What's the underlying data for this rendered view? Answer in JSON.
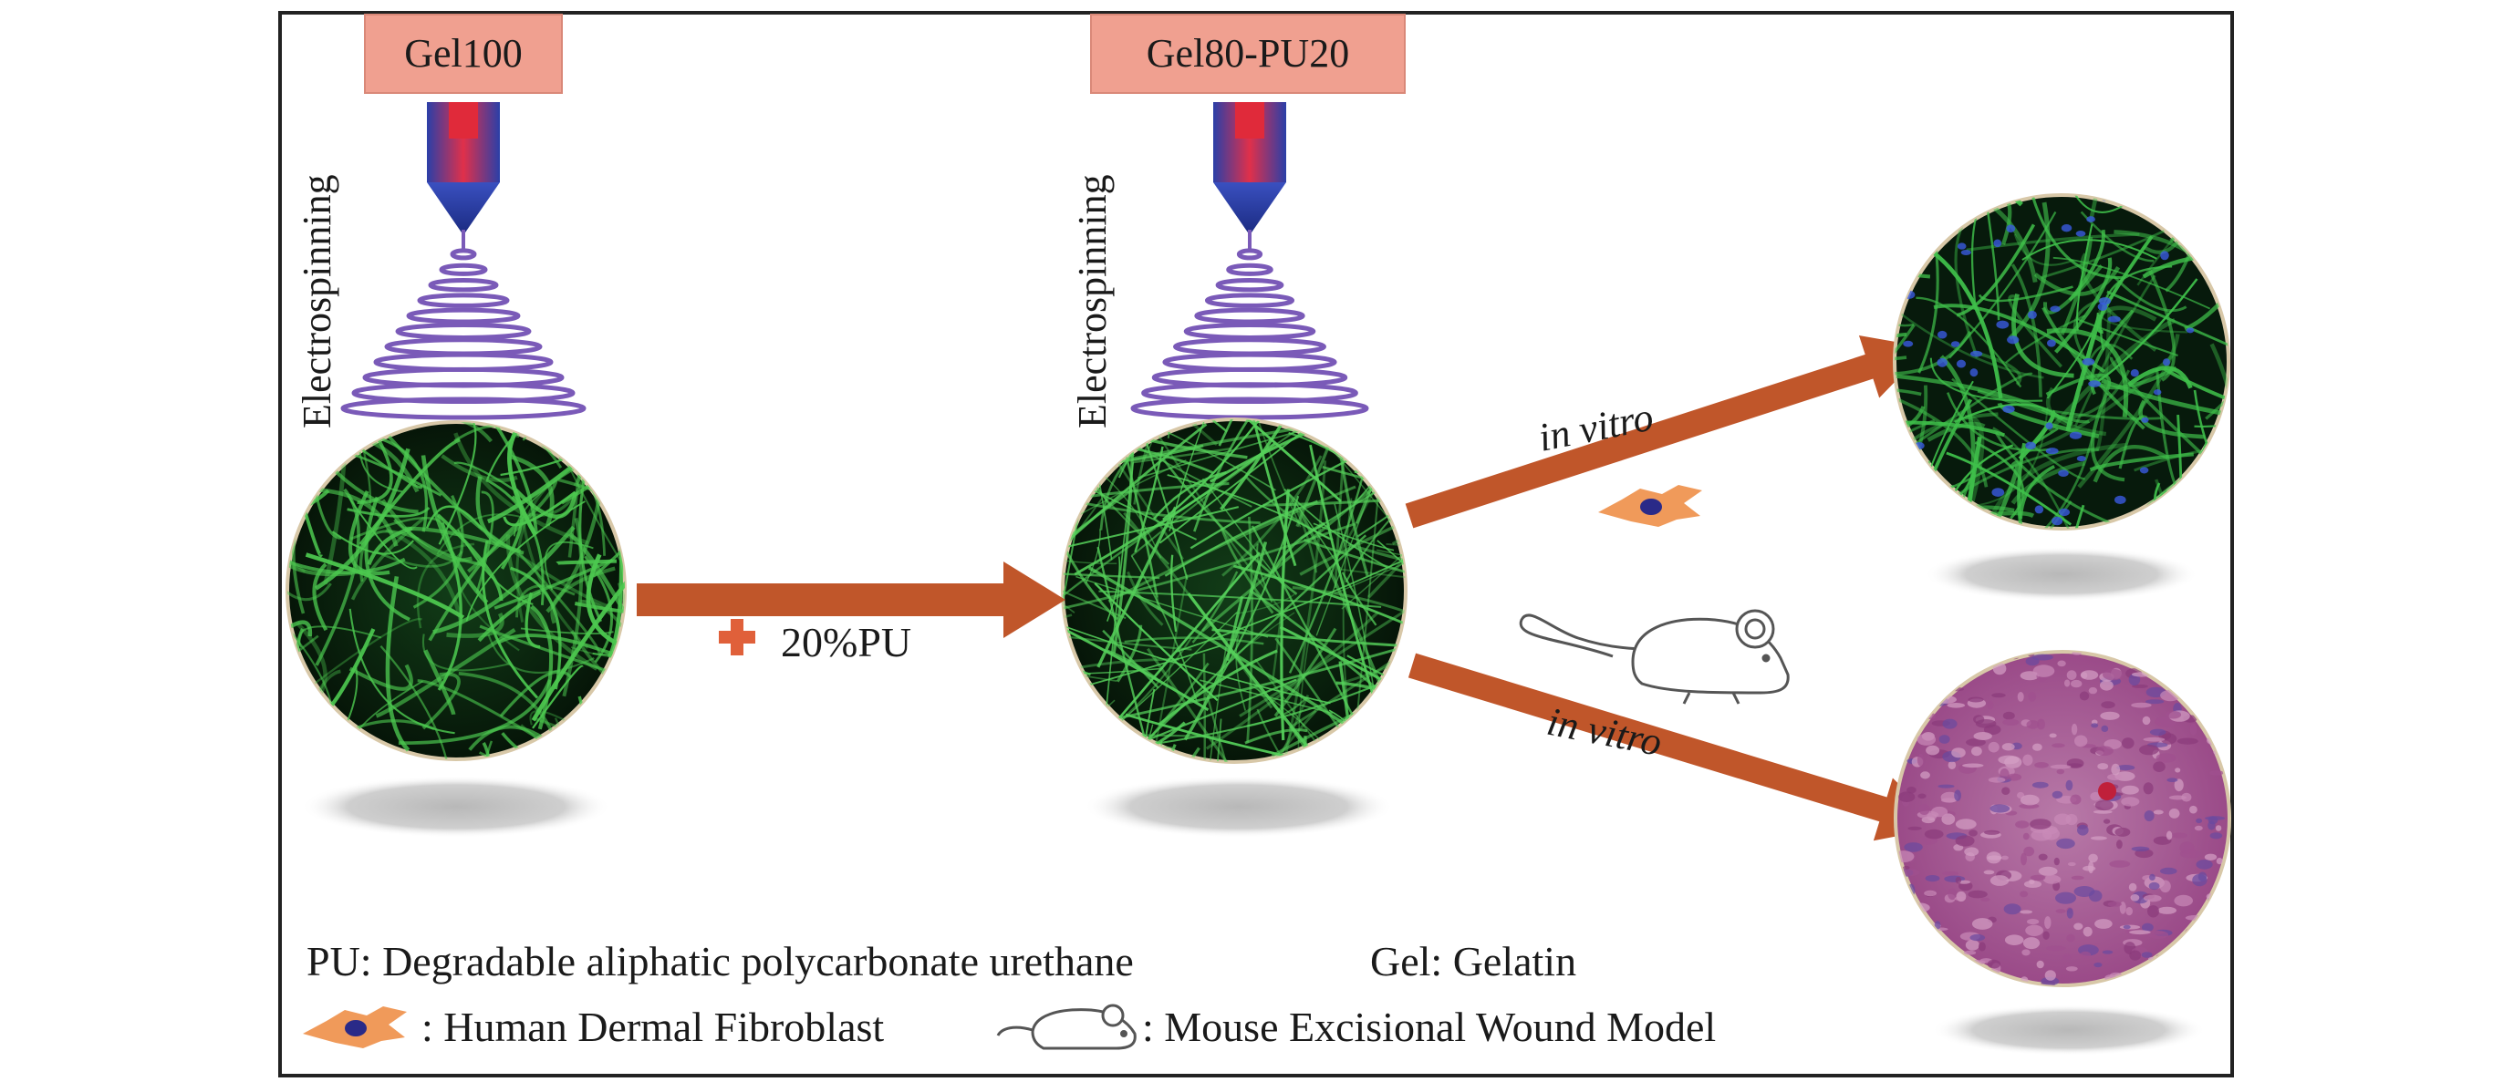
{
  "labels": {
    "gel100": "Gel100",
    "gel80pu20": "Gel80-PU20",
    "electrospinning_left": "Electrospinning",
    "electrospinning_mid": "Electrospinning",
    "plus_pu": "20%PU",
    "in_vitro_top": "in vitro",
    "in_vitro_bottom": "in vitro"
  },
  "legend": {
    "pu_def": "PU: Degradable aliphatic polycarbonate urethane",
    "gel_def": "Gel: Gelatin",
    "fibroblast_def": ": Human Dermal Fibroblast",
    "mouse_def": ": Mouse Excisional Wound Model"
  },
  "colors": {
    "arrow": "#c0562a",
    "label_box": "#f0a090",
    "label_box_edge": "#d98878",
    "plus": "#e0603a",
    "fiber_green": "#3fae45",
    "tissue": "#b05a9a"
  }
}
